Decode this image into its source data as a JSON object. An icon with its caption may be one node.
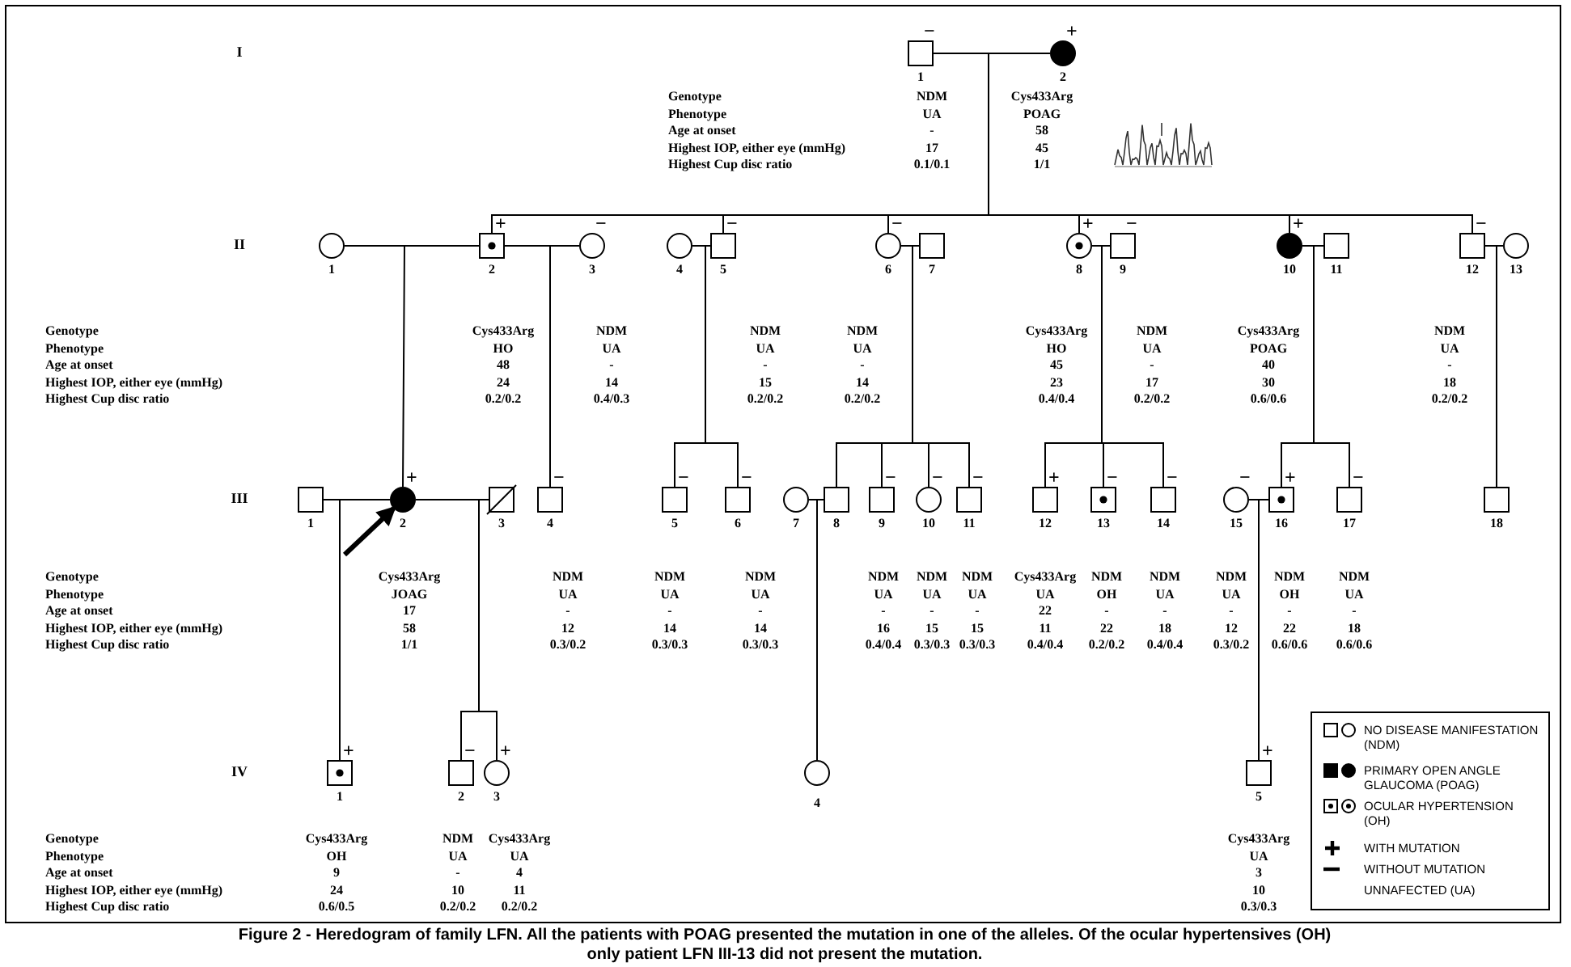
{
  "diagram": {
    "caption": "Figure 2 - Heredogram of family LFN. All the patients with POAG presented the mutation in one of the alleles. Of the ocular hypertensives (OH) only patient LFN III-13 did not present the mutation.",
    "nodes": [
      {
        "text": [],
        "shape": "box",
        "beside": [
          "−",
          "1",
          "NDM",
          "UA",
          "-",
          "17",
          "0.1/0.1"
        ]
      },
      {
        "text": [],
        "shape": "circle",
        "beside": [
          "+",
          "2",
          "Cys433Arg",
          "POAG",
          "58",
          "45",
          "1/1"
        ]
      },
      {
        "text": [],
        "shape": "circle",
        "beside": [
          "1"
        ]
      },
      {
        "text": [],
        "shape": "box",
        "beside": [
          "+",
          "2",
          "Cys433Arg",
          "HO",
          "48",
          "24",
          "0.2/0.2"
        ]
      },
      {
        "text": [],
        "shape": "circle",
        "beside": [
          "−",
          "3",
          "NDM",
          "UA",
          "-",
          "14",
          "0.4/0.3"
        ]
      },
      {
        "text": [],
        "shape": "circle",
        "beside": [
          "4"
        ]
      },
      {
        "text": [],
        "shape": "box",
        "beside": [
          "−",
          "5",
          "NDM",
          "UA",
          "-",
          "15",
          "0.2/0.2"
        ]
      },
      {
        "text": [],
        "shape": "circle",
        "beside": [
          "−",
          "6",
          "NDM",
          "UA",
          "-",
          "14",
          "0.2/0.2"
        ]
      },
      {
        "text": [],
        "shape": "box",
        "beside": [
          "7"
        ]
      },
      {
        "text": [],
        "shape": "circle",
        "beside": [
          "+",
          "8",
          "Cys433Arg",
          "HO",
          "45",
          "23",
          "0.4/0.4"
        ]
      },
      {
        "text": [],
        "shape": "box",
        "beside": [
          "−",
          "9",
          "NDM",
          "UA",
          "-",
          "17",
          "0.2/0.2"
        ]
      },
      {
        "text": [],
        "shape": "circle",
        "beside": [
          "+",
          "10",
          "Cys433Arg",
          "POAG",
          "40",
          "30",
          "0.6/0.6"
        ]
      },
      {
        "text": [],
        "shape": "box",
        "beside": [
          "11"
        ]
      },
      {
        "text": [],
        "shape": "box",
        "beside": [
          "−",
          "12",
          "NDM",
          "UA",
          "-",
          "18",
          "0.2/0.2"
        ]
      },
      {
        "text": [],
        "shape": "circle",
        "beside": [
          "13"
        ]
      },
      {
        "text": [],
        "shape": "box",
        "beside": [
          "1"
        ]
      },
      {
        "text": [],
        "shape": "circle",
        "beside": [
          "+",
          "2",
          "Cys433Arg",
          "JOAG",
          "17",
          "58",
          "1/1"
        ]
      },
      {
        "text": [],
        "shape": "box",
        "beside": [
          "3"
        ]
      },
      {
        "text": [],
        "shape": "box",
        "beside": [
          "−",
          "4",
          "NDM",
          "UA",
          "-",
          "12",
          "0.3/0.2"
        ]
      },
      {
        "text": [],
        "shape": "box",
        "beside": [
          "−",
          "5",
          "NDM",
          "UA",
          "-",
          "14",
          "0.3/0.3"
        ]
      },
      {
        "text": [],
        "shape": "box",
        "beside": [
          "−",
          "6",
          "NDM",
          "UA",
          "-",
          "14",
          "0.3/0.3"
        ]
      },
      {
        "text": [],
        "shape": "circle",
        "beside": [
          "7"
        ]
      },
      {
        "text": [],
        "shape": "box",
        "beside": [
          "8"
        ]
      },
      {
        "text": [],
        "shape": "box",
        "beside": [
          "−",
          "9",
          "NDM",
          "UA",
          "-",
          "16",
          "0.4/0.4"
        ]
      },
      {
        "text": [],
        "shape": "circle",
        "beside": [
          "−",
          "10",
          "NDM",
          "UA",
          "-",
          "15",
          "0.3/0.3"
        ]
      },
      {
        "text": [],
        "shape": "box",
        "beside": [
          "−",
          "11",
          "NDM",
          "UA",
          "-",
          "15",
          "0.3/0.3"
        ]
      },
      {
        "text": [],
        "shape": "box",
        "beside": [
          "+",
          "12",
          "Cys433Arg",
          "UA",
          "22",
          "11",
          "0.4/0.4"
        ]
      },
      {
        "text": [],
        "shape": "box",
        "beside": [
          "−",
          "13",
          "NDM",
          "OH",
          "-",
          "22",
          "0.2/0.2"
        ]
      },
      {
        "text": [],
        "shape": "box",
        "beside": [
          "−",
          "14",
          "NDM",
          "UA",
          "-",
          "18",
          "0.4/0.4"
        ]
      },
      {
        "text": [],
        "shape": "circle",
        "beside": [
          "−",
          "15",
          "NDM",
          "UA",
          "-",
          "12",
          "0.3/0.2"
        ]
      },
      {
        "text": [],
        "shape": "box",
        "beside": [
          "+",
          "16",
          "NDM",
          "OH",
          "-",
          "22",
          "0.6/0.6"
        ]
      },
      {
        "text": [],
        "shape": "box",
        "beside": [
          "−",
          "17",
          "NDM",
          "UA",
          "-",
          "18",
          "0.6/0.6"
        ]
      },
      {
        "text": [],
        "shape": "box",
        "beside": [
          "18"
        ]
      },
      {
        "text": [],
        "shape": "box",
        "beside": [
          "+",
          "1",
          "Cys433Arg",
          "OH",
          "9",
          "24",
          "0.6/0.5"
        ]
      },
      {
        "text": [],
        "shape": "box",
        "beside": [
          "−",
          "2",
          "NDM",
          "UA",
          "-",
          "10",
          "0.2/0.2"
        ]
      },
      {
        "text": [],
        "shape": "circle",
        "beside": [
          "+",
          "3",
          "Cys433Arg",
          "UA",
          "4",
          "11",
          "0.2/0.2"
        ]
      },
      {
        "text": [],
        "shape": "circle",
        "beside": [
          "4"
        ]
      },
      {
        "text": [],
        "shape": "box",
        "beside": [
          "+",
          "5",
          "Cys433Arg",
          "UA",
          "3",
          "10",
          "0.3/0.3"
        ]
      }
    ],
    "edges": [
      {
        "from": 0,
        "to": 1,
        "arrow": "none"
      },
      {
        "from": 2,
        "to": 3,
        "arrow": "none"
      },
      {
        "from": 3,
        "to": 4,
        "arrow": "none"
      },
      {
        "from": 5,
        "to": 6,
        "arrow": "none"
      },
      {
        "from": 7,
        "to": 8,
        "arrow": "none"
      },
      {
        "from": 9,
        "to": 10,
        "arrow": "none"
      },
      {
        "from": 11,
        "to": 12,
        "arrow": "none"
      },
      {
        "from": 13,
        "to": 14,
        "arrow": "none"
      },
      {
        "from": 15,
        "to": 16,
        "arrow": "none"
      },
      {
        "from": 16,
        "to": 17,
        "arrow": "none"
      },
      {
        "from": 21,
        "to": 22,
        "arrow": "none"
      },
      {
        "from": 29,
        "to": 30,
        "arrow": "none"
      },
      {
        "from": 1,
        "to": 3,
        "arrow": "none"
      },
      {
        "from": 1,
        "to": 6,
        "arrow": "none"
      },
      {
        "from": 1,
        "to": 7,
        "arrow": "none"
      },
      {
        "from": 1,
        "to": 9,
        "arrow": "none"
      },
      {
        "from": 1,
        "to": 11,
        "arrow": "none"
      },
      {
        "from": 1,
        "to": 13,
        "arrow": "none"
      },
      {
        "from": 3,
        "to": 16,
        "arrow": "none"
      },
      {
        "from": 3,
        "to": 18,
        "arrow": "none"
      },
      {
        "from": 6,
        "to": 19,
        "arrow": "none"
      },
      {
        "from": 6,
        "to": 20,
        "arrow": "none"
      },
      {
        "from": 7,
        "to": 22,
        "arrow": "none"
      },
      {
        "from": 7,
        "to": 23,
        "arrow": "none"
      },
      {
        "from": 7,
        "to": 24,
        "arrow": "none"
      },
      {
        "from": 7,
        "to": 25,
        "arrow": "none"
      },
      {
        "from": 9,
        "to": 26,
        "arrow": "none"
      },
      {
        "from": 9,
        "to": 27,
        "arrow": "none"
      },
      {
        "from": 9,
        "to": 28,
        "arrow": "none"
      },
      {
        "from": 11,
        "to": 30,
        "arrow": "none"
      },
      {
        "from": 11,
        "to": 31,
        "arrow": "none"
      },
      {
        "from": 13,
        "to": 32,
        "arrow": "none"
      },
      {
        "from": 16,
        "to": 33,
        "arrow": "none"
      },
      {
        "from": 16,
        "to": 34,
        "arrow": "none"
      },
      {
        "from": 16,
        "to": 35,
        "arrow": "none"
      },
      {
        "from": 22,
        "to": 36,
        "arrow": "none"
      },
      {
        "from": 30,
        "to": 37,
        "arrow": "none"
      },
      {
        "from": null,
        "to": 16,
        "arrow": "to",
        "style": "thick"
      }
    ],
    "labels": [
      "I",
      "Genotype",
      "Phenotype",
      "Age at onset",
      "Highest IOP, either eye (mmHg)",
      "Highest Cup disc ratio",
      "II",
      "Genotype",
      "Phenotype",
      "Age at onset",
      "Highest IOP, either eye (mmHg)",
      "Highest Cup disc ratio",
      "III",
      "Genotype",
      "Phenotype",
      "Age at onset",
      "Highest IOP, either eye (mmHg)",
      "Highest Cup disc ratio",
      "IV",
      "Genotype",
      "Phenotype",
      "Age at onset",
      "Highest IOP, either eye (mmHg)",
      "Highest Cup disc ratio"
    ],
    "legend": [
      {
        "text": "NO DISEASE MANIFESTATION (NDM)"
      },
      {
        "text": "PRIMARY OPEN ANGLE GLAUCOMA (POAG)"
      },
      {
        "text": "OCULAR HYPERTENSION (OH)"
      },
      {
        "text": "WITH MUTATION"
      },
      {
        "text": "WITHOUT MUTATION"
      },
      {
        "text": "UNNAFECTED (UA)"
      }
    ]
  }
}
